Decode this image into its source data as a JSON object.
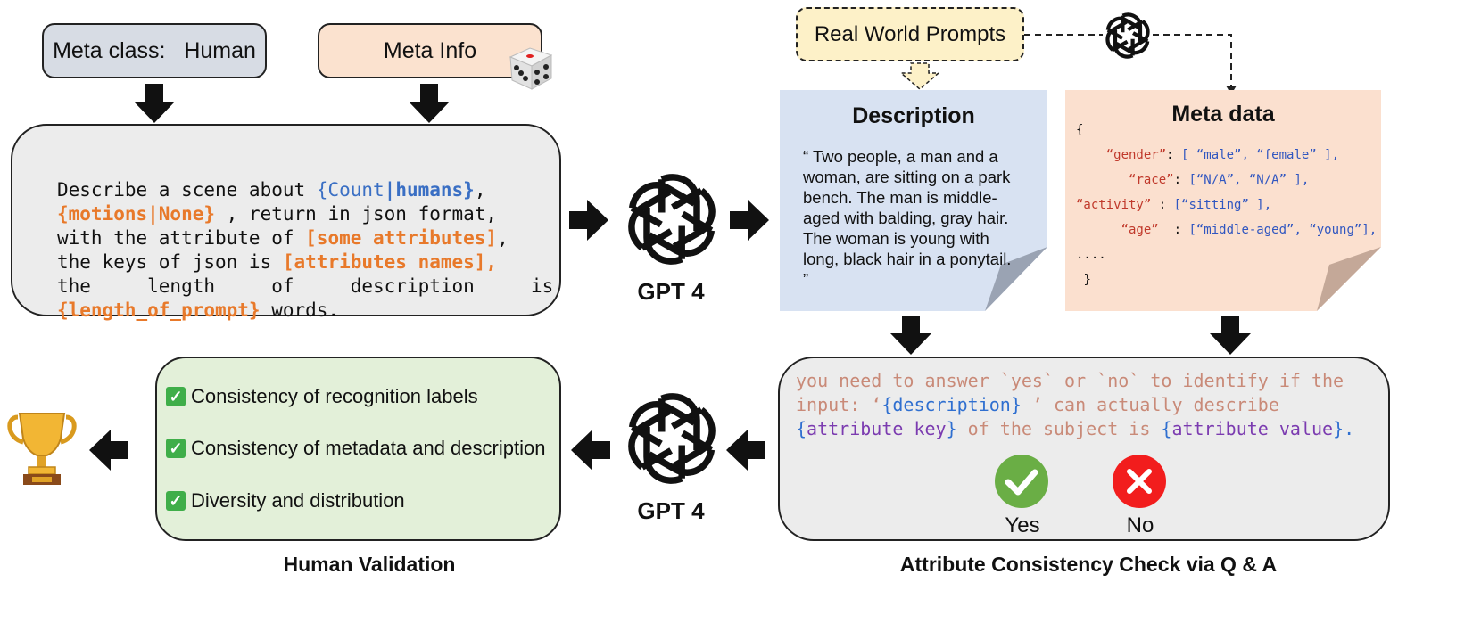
{
  "meta_class": "Meta class:   Human",
  "meta_info": "Meta Info",
  "prompt": {
    "line1_a": "Describe a scene about ",
    "line1_b": "{Count",
    "line1_c": "|",
    "line1_d": "humans}",
    "line1_e": ",",
    "line2_a": "{motions|None}",
    "line2_b": " , return in json format,",
    "line3_a": "with the attribute of ",
    "line3_b": "[some attributes]",
    "line3_c": ",",
    "line4_a": "the keys of json is ",
    "line4_b": "[attributes names],",
    "line5": "the     length     of     description     is",
    "line6_a": "{length_of_prompt}",
    "line6_b": " words."
  },
  "gpt_label_top": "GPT 4",
  "gpt_label_bottom": "GPT 4",
  "real_world_prompts": "Real World Prompts",
  "description": {
    "title": "Description",
    "body": "“ Two people, a man and a woman, are sitting on a park bench. The man is middle-aged with balding, gray hair. The woman is young with long, black hair in a ponytail. ”"
  },
  "meta_data": {
    "title": "Meta data",
    "open": "{",
    "gender_key": "“gender”",
    "gender_vals": "[ “male”, “female” ],",
    "race_key": "“race”",
    "race_vals": "[“N/A”, “N/A” ],",
    "activity_key": "“activity”",
    "activity_vals": "[“sitting” ],",
    "age_key": "“age”",
    "age_vals": "[“middle-aged”, “young”],",
    "ellipsis": "....",
    "close": "}"
  },
  "question": {
    "a": "you need to answer `yes` or `no` to identify if the input: ‘",
    "b": "{",
    "c": "description",
    "d": "}",
    "e": " ’ can actually describe ",
    "f": "{",
    "g": "attribute key",
    "h": "}",
    "i": " of the subject is ",
    "j": "{",
    "k": "attribute value",
    "l": "}",
    "m": ".",
    "yes": "Yes",
    "no": "No"
  },
  "validation": {
    "items": [
      "Consistency of recognition labels",
      "Consistency of metadata and description",
      "Diversity and distribution"
    ]
  },
  "captions": {
    "left": "Human Validation",
    "right": "Attribute Consistency Check via Q & A"
  },
  "colors": {
    "orange": "#e8792a",
    "blue": "#3a6fc4",
    "desc_bg": "#d8e2f2",
    "meta_bg": "#fbe0cf",
    "validation_bg": "#e3f0d9",
    "yes_green": "#6aae45",
    "no_red": "#f21d1d"
  }
}
